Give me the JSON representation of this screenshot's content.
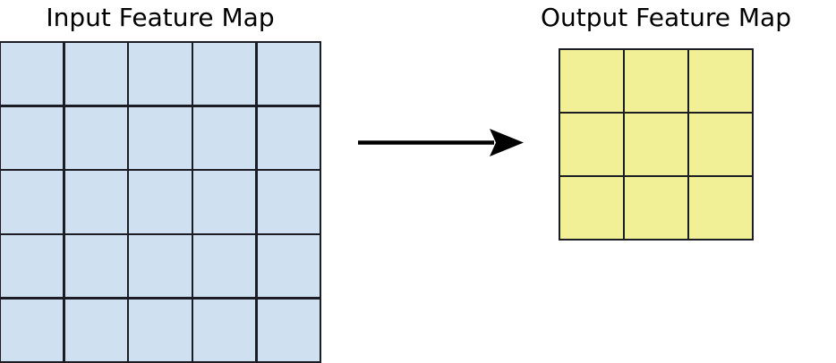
{
  "diagram": {
    "title_input": "Input Feature Map",
    "title_output": "Output Feature Map",
    "background_color": "#ffffff",
    "arrow": {
      "icon": "right-arrow-icon",
      "color": "#000000",
      "direction": "right"
    }
  },
  "chart_data": {
    "type": "diagram",
    "title": "",
    "panels": [
      {
        "name": "input-feature-map",
        "label": "Input Feature Map",
        "rows": 5,
        "cols": 5,
        "cell_count": 25,
        "fill_color": "#cfe0f0",
        "line_color": "#1c1c24",
        "cells": [
          [
            "",
            "",
            "",
            "",
            ""
          ],
          [
            "",
            "",
            "",
            "",
            ""
          ],
          [
            "",
            "",
            "",
            "",
            ""
          ],
          [
            "",
            "",
            "",
            "",
            ""
          ],
          [
            "",
            "",
            "",
            "",
            ""
          ]
        ]
      },
      {
        "name": "output-feature-map",
        "label": "Output Feature Map",
        "rows": 3,
        "cols": 3,
        "cell_count": 9,
        "fill_color": "#f2f096",
        "line_color": "#1c1c24",
        "cells": [
          [
            "",
            "",
            ""
          ],
          [
            "",
            "",
            ""
          ],
          [
            "",
            "",
            ""
          ]
        ]
      }
    ],
    "connector": {
      "type": "arrow",
      "from": "input-feature-map",
      "to": "output-feature-map",
      "label": ""
    }
  }
}
